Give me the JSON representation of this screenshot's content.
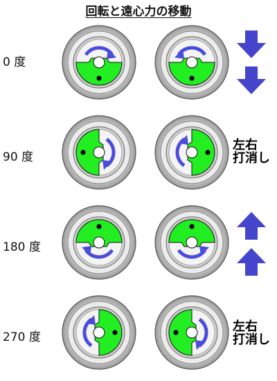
{
  "title": "回転と遠心力の移動",
  "rows": [
    {
      "angle": "0 度",
      "note_line1": "",
      "note_line2": "",
      "arrows": "down"
    },
    {
      "angle": "90 度",
      "note_line1": "左右",
      "note_line2": "打消し",
      "arrows": "none"
    },
    {
      "angle": "180 度",
      "note_line1": "",
      "note_line2": "",
      "arrows": "up"
    },
    {
      "angle": "270 度",
      "note_line1": "左右",
      "note_line2": "打消し",
      "arrows": "none"
    }
  ],
  "colors": {
    "weight_green": "#22ee22",
    "rotation_arrow": "#4b4bdc",
    "force_arrow": "#4444cc",
    "rim_gray": "#d4d4d4"
  }
}
